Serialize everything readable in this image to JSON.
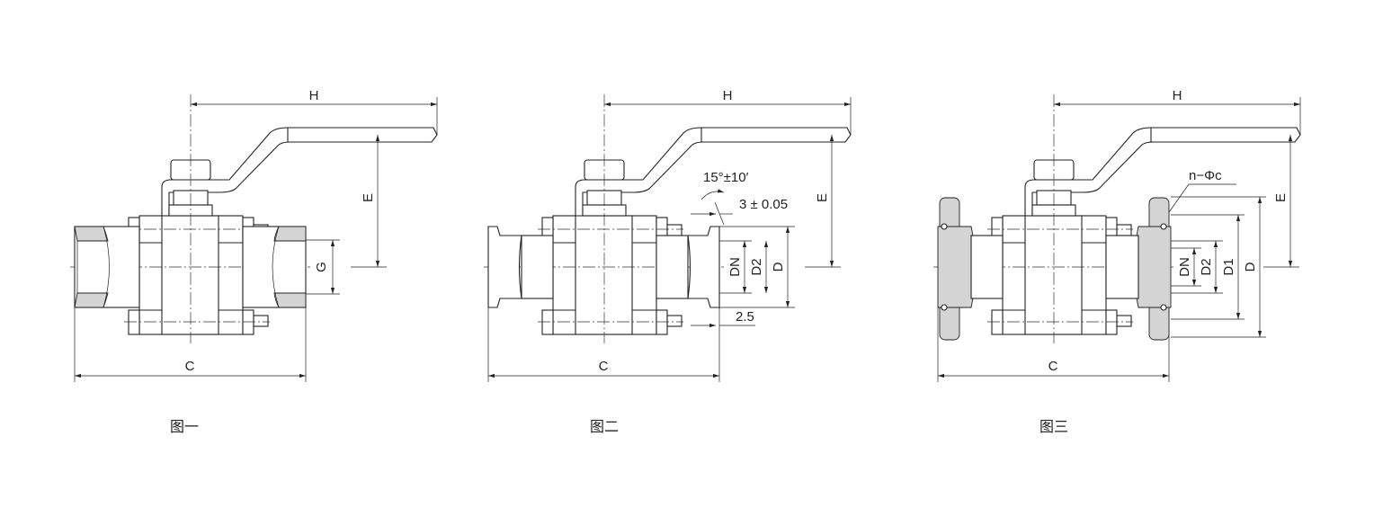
{
  "figures": [
    {
      "caption": "图一",
      "dims": {
        "H": "H",
        "E": "E",
        "C": "C",
        "G": "G"
      }
    },
    {
      "caption": "图二",
      "dims": {
        "H": "H",
        "E": "E",
        "C": "C",
        "DN": "DN",
        "D2": "D2",
        "D": "D",
        "angle": "15°±10′",
        "gap": "3 ± 0.05",
        "offset": "2.5"
      }
    },
    {
      "caption": "图三",
      "dims": {
        "H": "H",
        "E": "E",
        "C": "C",
        "DN": "DN",
        "D2": "D2",
        "D1": "D1",
        "D": "D",
        "holes": "n−Φc"
      }
    }
  ]
}
